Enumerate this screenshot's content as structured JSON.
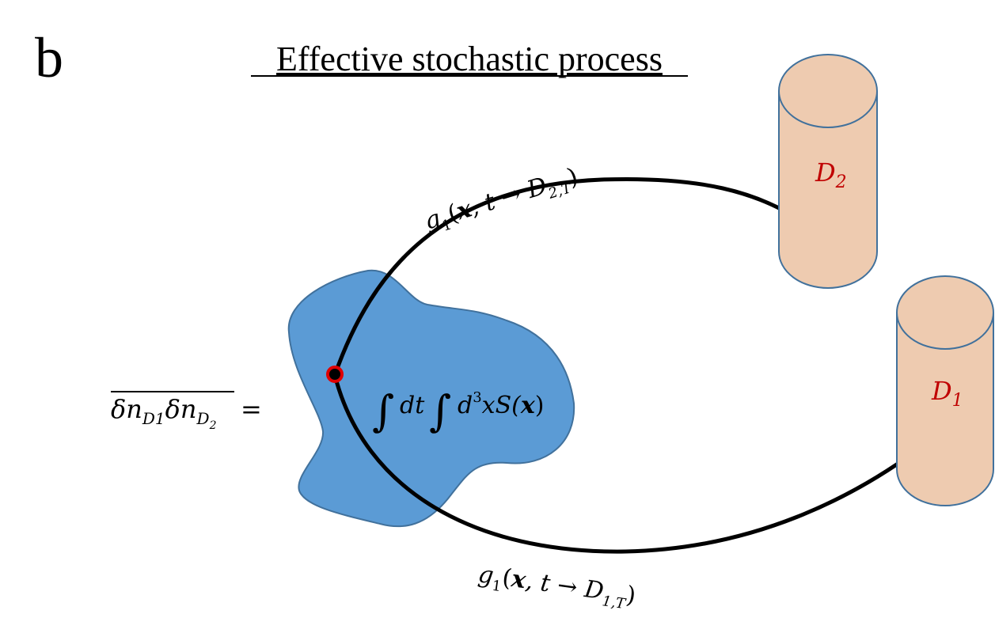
{
  "panel_label": "b",
  "title": "Effective stochastic process",
  "correlation": {
    "lhs_base_1": "δn",
    "lhs_sub_1": "D1",
    "lhs_base_2": "δn",
    "lhs_sub_2_base": "D",
    "lhs_sub_2_sub": "2",
    "equals": "="
  },
  "integral": {
    "sign1": "∫",
    "dt": "dt",
    "sign2": "∫",
    "d": "d",
    "exp": "3",
    "x": "x",
    "S": "S(",
    "bold_x": "x",
    "close": ")"
  },
  "detector_top": {
    "base": "D",
    "sub": "2",
    "color": "#c00000"
  },
  "detector_bottom": {
    "base": "D",
    "sub": "1",
    "color": "#c00000"
  },
  "upper_arrow_label": {
    "g": "g",
    "g_sub": "1",
    "open": "(",
    "x": "x",
    "comma_t": ", t → D",
    "sub": "2,T",
    "close": ")"
  },
  "lower_arrow_label": {
    "g": "g",
    "g_sub": "1",
    "open": "(",
    "x": "x",
    "comma_t": ", t → D",
    "sub": "1,T",
    "close": ")"
  },
  "colors": {
    "blob_fill": "#5b9bd5",
    "blob_stroke": "#41719c",
    "cylinder_fill": "#eecbb0",
    "cylinder_stroke": "#41719c",
    "point_stroke": "#e00000",
    "arrow": "#000000"
  }
}
